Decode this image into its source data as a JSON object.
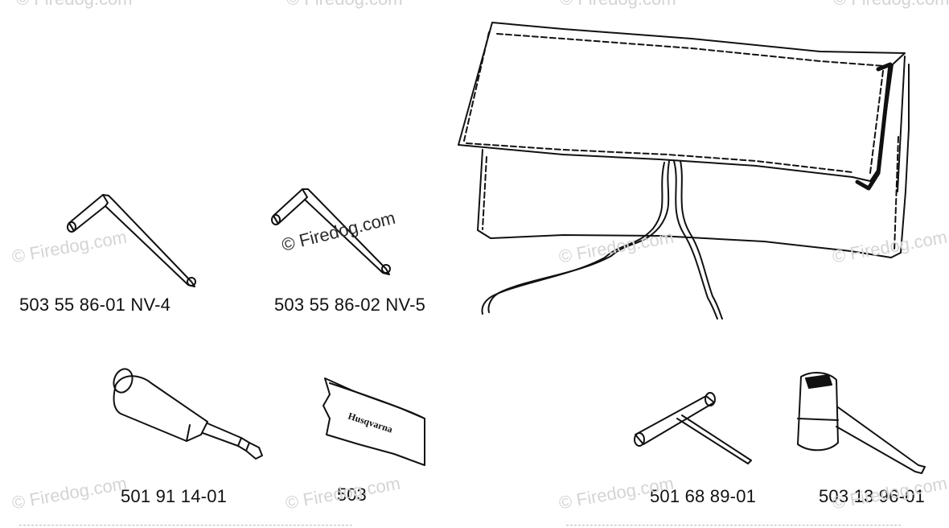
{
  "parts": {
    "hex_key_4": "503 55 86-01 NV-4",
    "hex_key_5": "503 55 86-02 NV-5",
    "punch_tool": "501 91 14-01",
    "adhesive_tape": "503 ",
    "t_wrench": "501 68 89-01",
    "combination_spanner": "503 13 96-01"
  },
  "tape_brand": "Husqvarna",
  "watermark": "© Firedog.com"
}
